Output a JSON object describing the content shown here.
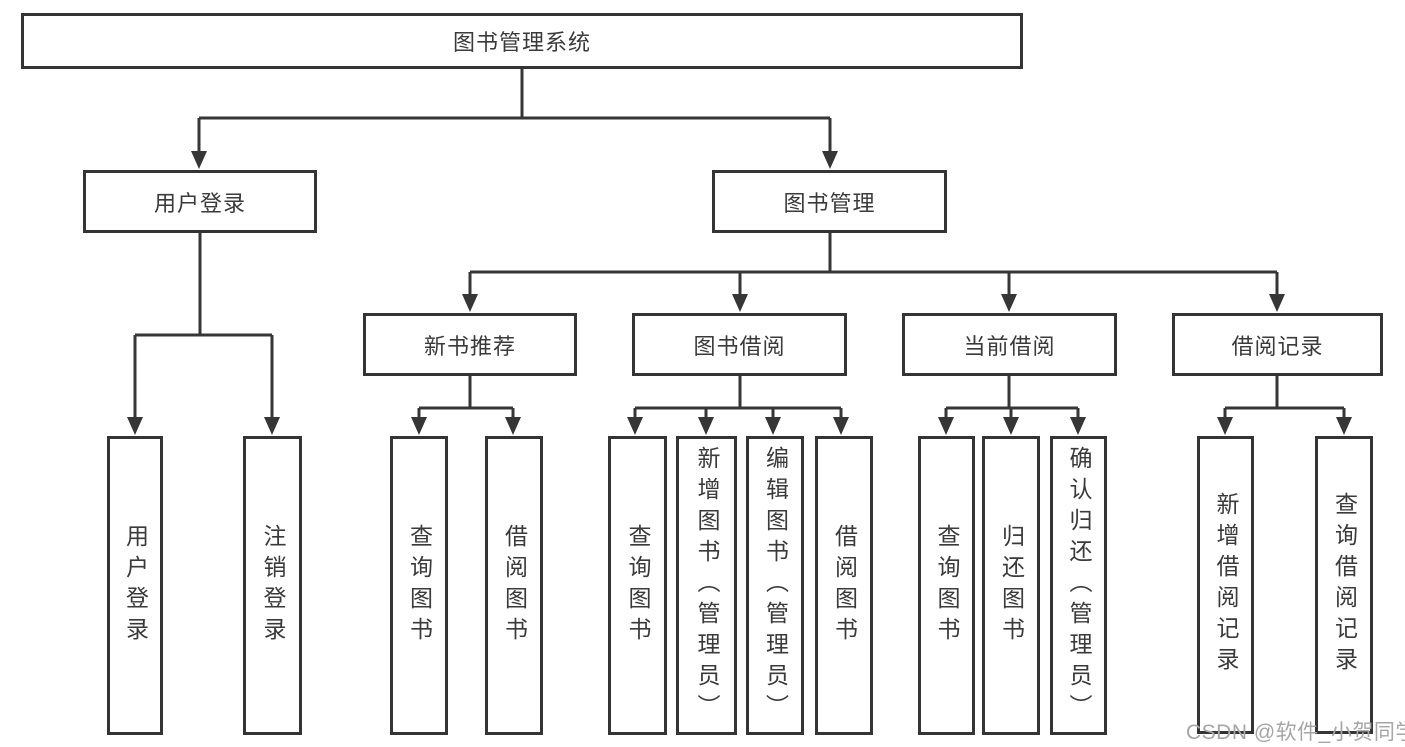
{
  "diagram": {
    "root": "图书管理系统",
    "level2": {
      "user_login": "用户登录",
      "book_mgmt": "图书管理"
    },
    "level3": {
      "new_rec": "新书推荐",
      "borrow": "图书借阅",
      "current": "当前借阅",
      "records": "借阅记录"
    },
    "leaves": {
      "ul_login": "用户登录",
      "ul_logout": "注销登录",
      "nr_query": "查询图书",
      "nr_borrow": "借阅图书",
      "bw_query": "查询图书",
      "bw_add": "新增图书（管理员）",
      "bw_edit": "编辑图书（管理员）",
      "bw_borrow": "借阅图书",
      "cu_query": "查询图书",
      "cu_return": "归还图书",
      "cu_confirm": "确认归还（管理员）",
      "rc_add": "新增借阅记录",
      "rc_query": "查询借阅记录"
    }
  },
  "watermark": "CSDN @软件_小贺同学",
  "colors": {
    "line": "#363636",
    "border": "#343434",
    "text": "#3a3a3a",
    "watermark_text": "#a6a6a6",
    "background": "#ffffff"
  }
}
